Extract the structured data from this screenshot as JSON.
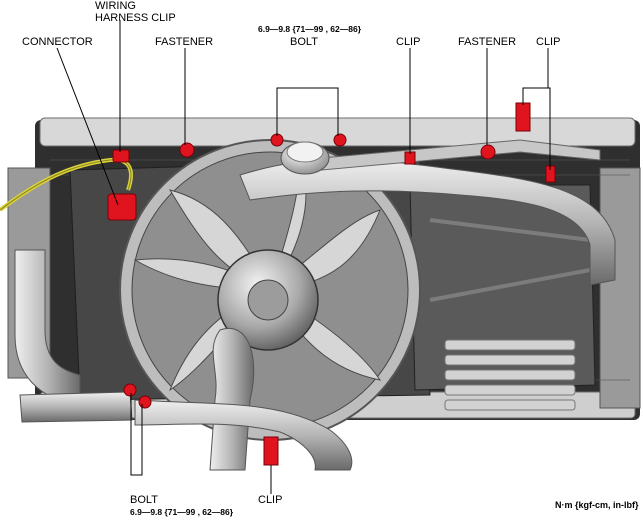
{
  "labels": {
    "wiring_harness_clip_line1": "WIRING",
    "wiring_harness_clip_line2": "HARNESS CLIP",
    "connector": "CONNECTOR",
    "fastener_left": "FASTENER",
    "bolt_top": "BOLT",
    "clip_top_middle": "CLIP",
    "fastener_right": "FASTENER",
    "clip_top_right": "CLIP",
    "bolt_bottom": "BOLT",
    "clip_bottom": "CLIP"
  },
  "torque": {
    "top": "6.9—9.8 {71—99 , 62—86}",
    "bottom": "6.9—9.8 {71—99 , 62—86}"
  },
  "unit_note": "N·m {kgf-cm, in-lbf}",
  "colors": {
    "highlight_red": "#e0141e",
    "metal_light": "#d4d4d4",
    "metal_mid": "#a9a9a9",
    "metal_dark": "#3c3c3c",
    "wire_yellow": "#d9d23a",
    "leader_line": "#000000"
  }
}
